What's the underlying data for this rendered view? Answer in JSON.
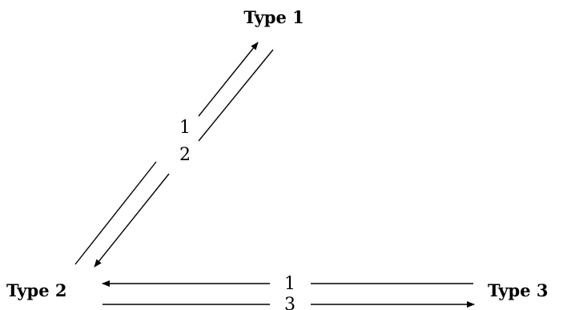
{
  "nodes": {
    "type1": {
      "label": "Type 1"
    },
    "type2": {
      "label": "Type 2"
    },
    "type3": {
      "label": "Type 3"
    }
  },
  "edges": {
    "type2_to_type1": {
      "label": "1"
    },
    "type1_to_type2": {
      "label": "2"
    },
    "type3_to_type2": {
      "label": "1"
    },
    "type2_to_type3": {
      "label": "3"
    }
  },
  "colors": {
    "ink": "#000000",
    "background": "#ffffff"
  }
}
